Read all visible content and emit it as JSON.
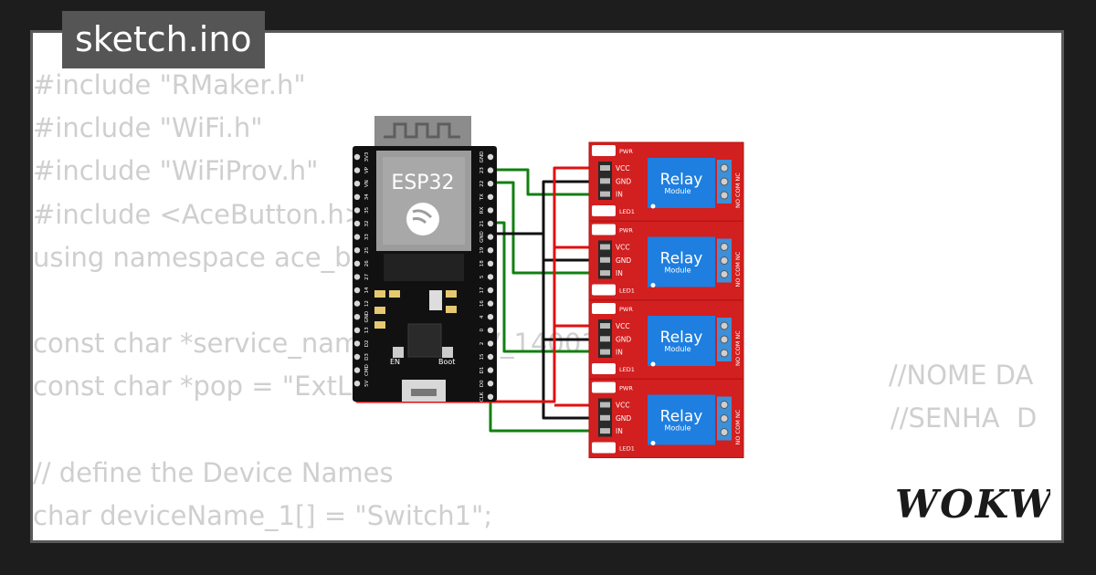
{
  "tab": {
    "title": "sketch.ino"
  },
  "code_lines": [
    "#include \"RMaker.h\"",
    "#include \"WiFi.h\"",
    "#include \"WiFiProv.h\"",
    "#include <AceButton.h>",
    "using namespace ace_button;",
    "",
    "const char *service_name = \"PROV_14001-2",
    "const char *pop = \"ExtLab123\";",
    "",
    "// define the Device Names",
    "char deviceName_1[] = \"Switch1\";"
  ],
  "comments": {
    "line7": "//NOME DA",
    "line8": "//SENHA  D"
  },
  "esp32": {
    "label": "ESP32",
    "left_pins": [
      "3V3",
      "VP",
      "VN",
      "34",
      "35",
      "32",
      "33",
      "25",
      "26",
      "27",
      "14",
      "12",
      "GND",
      "13",
      "D2",
      "D3",
      "CMD",
      "5V"
    ],
    "right_pins": [
      "GND",
      "23",
      "22",
      "TX",
      "RX",
      "21",
      "GND",
      "19",
      "18",
      "5",
      "17",
      "16",
      "4",
      "0",
      "2",
      "15",
      "D1",
      "D0",
      "CLK"
    ],
    "buttons": {
      "en": "EN",
      "boot": "Boot"
    }
  },
  "relays": [
    {
      "title": "Relay",
      "subtitle": "Module",
      "pins": [
        "VCC",
        "GND",
        "IN"
      ],
      "pwr": "PWR",
      "led": "LED1",
      "contacts": "NO COM NC"
    },
    {
      "title": "Relay",
      "subtitle": "Module",
      "pins": [
        "VCC",
        "GND",
        "IN"
      ],
      "pwr": "PWR",
      "led": "LED1",
      "contacts": "NO COM NC"
    },
    {
      "title": "Relay",
      "subtitle": "Module",
      "pins": [
        "VCC",
        "GND",
        "IN"
      ],
      "pwr": "PWR",
      "led": "LED1",
      "contacts": "NO COM NC"
    },
    {
      "title": "Relay",
      "subtitle": "Module",
      "pins": [
        "VCC",
        "GND",
        "IN"
      ],
      "pwr": "PWR",
      "led": "LED1",
      "contacts": "NO COM NC"
    }
  ],
  "logo": {
    "text": "WOKWi"
  },
  "colors": {
    "relay_board": "#d21f1f",
    "relay_body": "#1f7fe0",
    "wire_vcc": "#e01010",
    "wire_gnd": "#111111",
    "wire_signal": "#108010",
    "esp_board": "#111111",
    "esp_module": "#888888"
  }
}
